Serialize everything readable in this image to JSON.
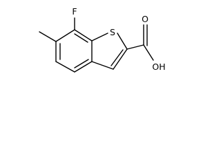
{
  "molecule": {
    "atoms": {
      "fluorine": "F",
      "sulfur": "S",
      "carbonyl_oxygen": "O",
      "hydroxyl": "OH"
    }
  }
}
